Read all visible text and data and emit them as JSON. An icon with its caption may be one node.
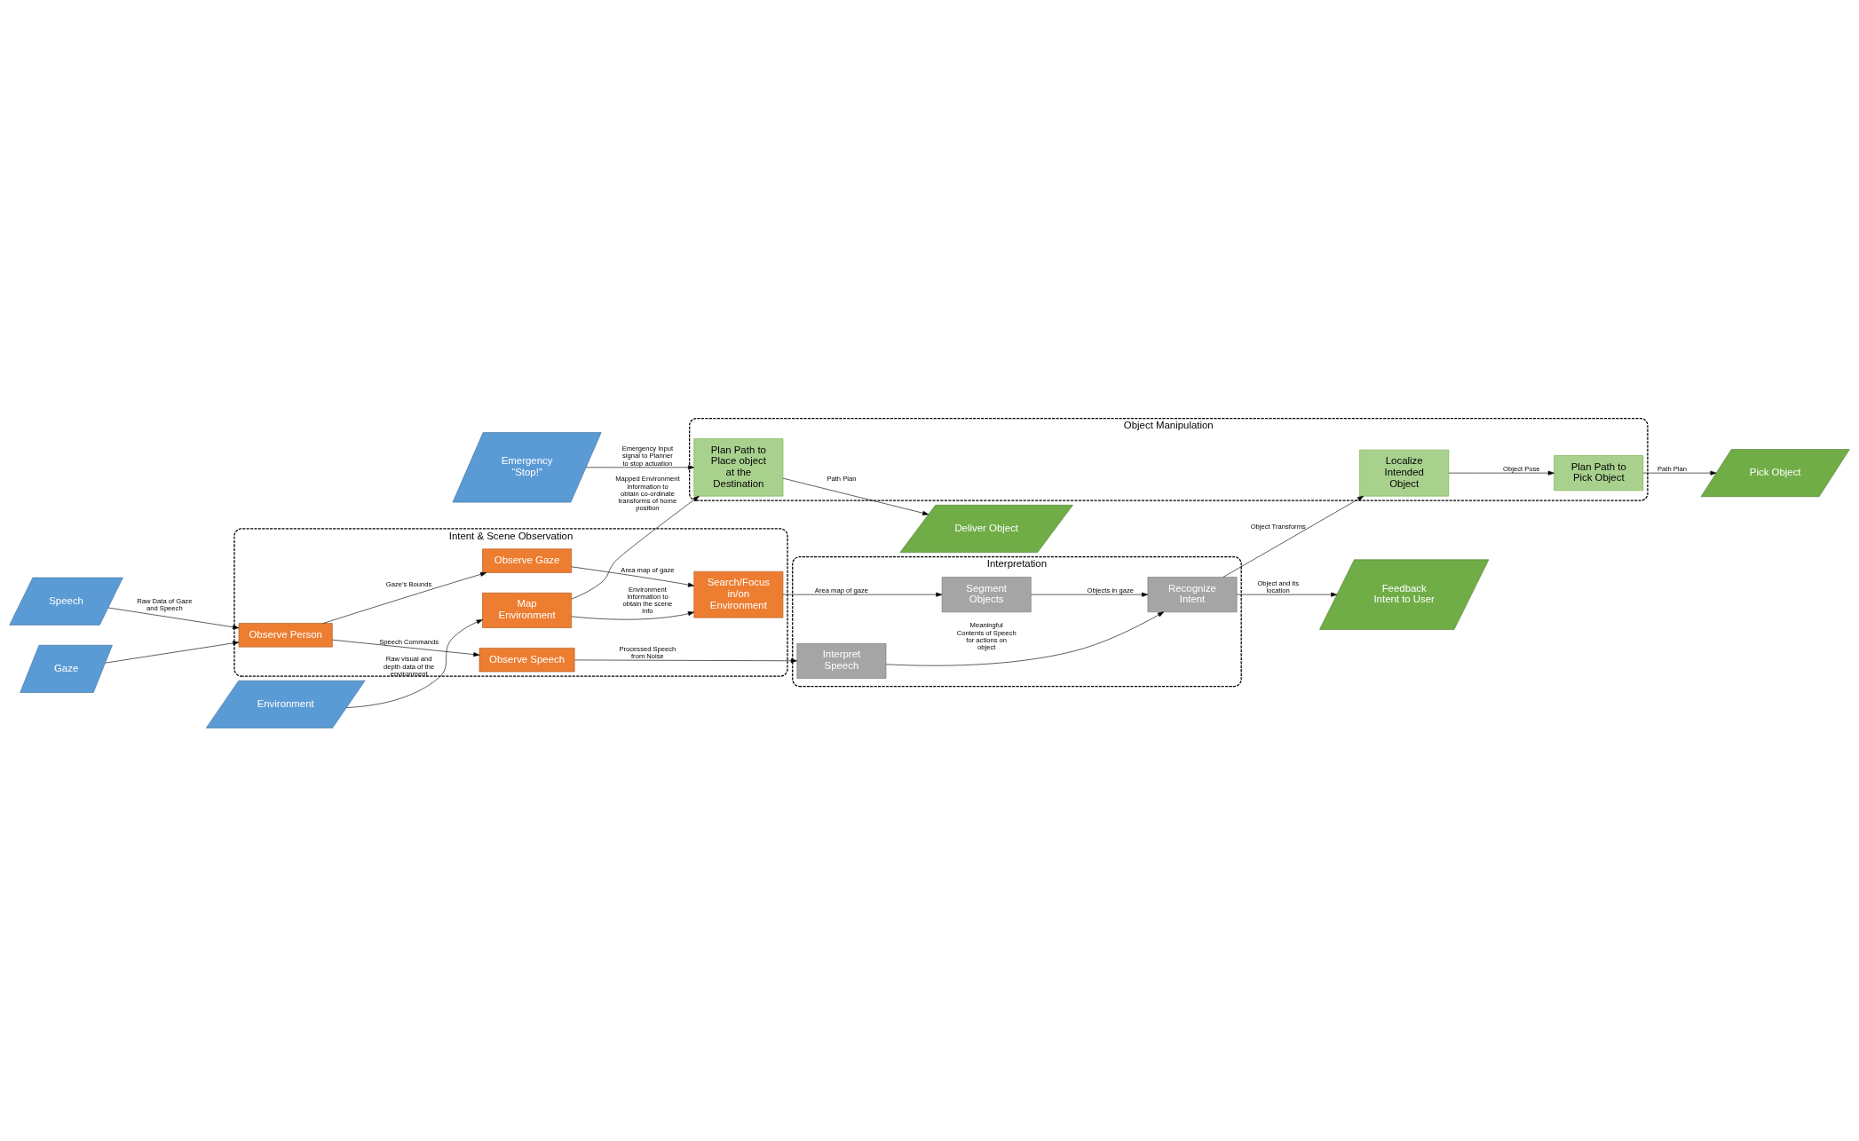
{
  "diagram": {
    "nodes": [
      {
        "text": [
          "Intent & Scene Observation"
        ]
      },
      {
        "text": [
          "Interpretation"
        ]
      },
      {
        "text": [
          "Object Manipulation"
        ]
      },
      {
        "text": [
          "Environment"
        ]
      },
      {
        "text": [
          "Speech"
        ]
      },
      {
        "text": [
          "Gaze"
        ]
      },
      {
        "text": [
          "Emergency “Stop!”"
        ]
      },
      {
        "text": [
          "Map Environment"
        ],
        "in": 0
      },
      {
        "text": [
          "Search/Focus in/on Environment"
        ],
        "in": 0
      },
      {
        "text": [
          "Observe Gaze"
        ],
        "in": 0
      },
      {
        "text": [
          "Observe Person"
        ],
        "in": 0
      },
      {
        "text": [
          "Observe Speech"
        ],
        "in": 0
      },
      {
        "text": [
          "Segment Objects"
        ],
        "in": 1
      },
      {
        "text": [
          "Recognize Intent"
        ],
        "in": 1
      },
      {
        "text": [
          "Interpret Speech"
        ],
        "in": 1
      },
      {
        "text": [
          "Localize Intended Object"
        ],
        "in": 2
      },
      {
        "text": [
          "Plan Path to Pick Object"
        ],
        "in": 2
      },
      {
        "text": [
          "Plan Path to Place object at the Destination"
        ],
        "in": 2
      },
      {
        "text": [
          "Feedback Intent to User"
        ]
      },
      {
        "text": [
          "Pick Object"
        ]
      },
      {
        "text": [
          "Deliver Object"
        ]
      }
    ],
    "edges": [
      {
        "from": 3,
        "to": 7,
        "arrow": "to",
        "label": "Raw visual and depth data of the environment"
      },
      {
        "from": 7,
        "to": 8,
        "arrow": "to",
        "label": "Environment Information to obtain the scene info"
      },
      {
        "from": 4,
        "to": 10,
        "arrow": "to",
        "label": "Raw Data of Gaze and Speech"
      },
      {
        "from": 5,
        "to": 10,
        "arrow": "to"
      },
      {
        "from": 10,
        "to": 9,
        "arrow": "to",
        "label": "Gaze’s Bounds"
      },
      {
        "from": 9,
        "to": 8,
        "arrow": "to",
        "label": "Area map of gaze"
      },
      {
        "from": 10,
        "to": 11,
        "arrow": "to",
        "label": "Speech Commands"
      },
      {
        "from": 11,
        "to": 14,
        "arrow": "to",
        "label": "Processed Speech from Noise"
      },
      {
        "from": 8,
        "to": 12,
        "arrow": "to",
        "label": "Area map of gaze"
      },
      {
        "from": 12,
        "to": 13,
        "arrow": "to",
        "label": "Objects in gaze"
      },
      {
        "from": 14,
        "to": 13,
        "arrow": "to",
        "label": "Meaningful Contents of Speech for actions on object"
      },
      {
        "from": 13,
        "to": 15,
        "arrow": "to",
        "label": "Object Transforms"
      },
      {
        "from": 13,
        "to": 18,
        "arrow": "to",
        "label": "Object and its location"
      },
      {
        "from": 15,
        "to": 16,
        "arrow": "to",
        "label": "Object Pose"
      },
      {
        "from": 16,
        "to": 19,
        "arrow": "to",
        "label": "Path Plan"
      },
      {
        "from": 7,
        "to": 17,
        "arrow": "to",
        "label": "Mapped Environment Information to obtain co-ordinate transforms of home position"
      },
      {
        "from": 6,
        "to": 17,
        "arrow": "to",
        "label": "Emergency Input signal to Planner to stop actuation"
      },
      {
        "from": 17,
        "to": 20,
        "arrow": "to",
        "label": "Path Plan"
      }
    ]
  }
}
